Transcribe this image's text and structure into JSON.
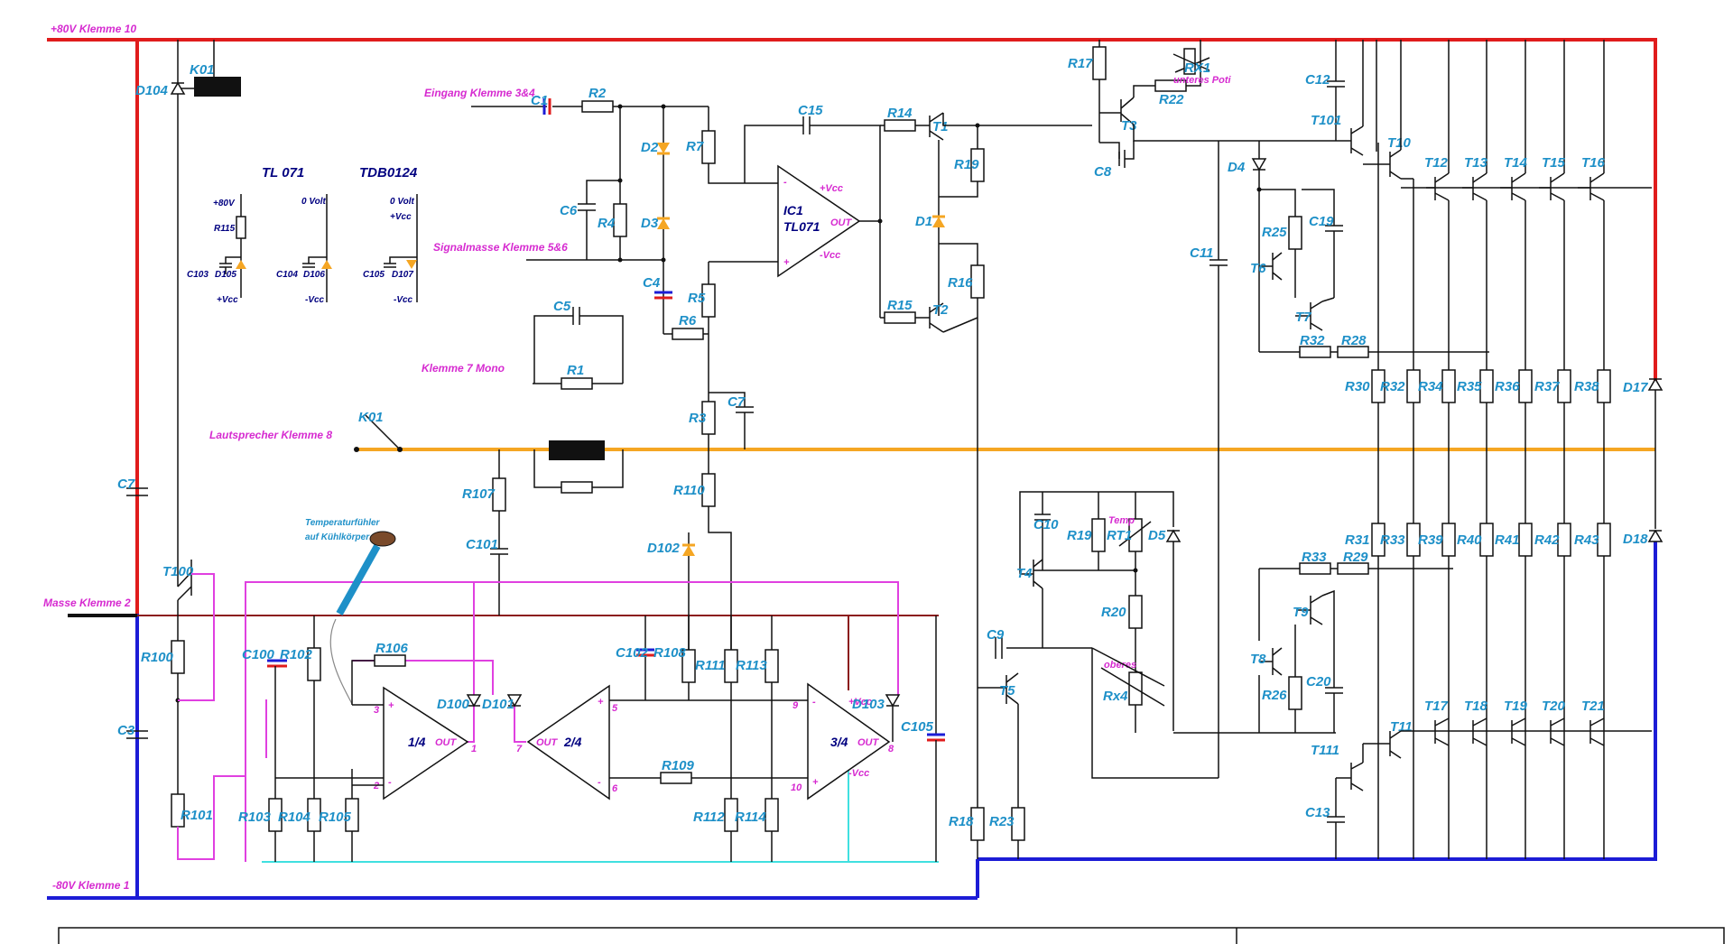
{
  "colors": {
    "rail_pos": "#e01c1c",
    "rail_neg": "#1c1cd6",
    "ground": "#8b1a1a",
    "speaker": "#f5a623",
    "bias": "#e040e0",
    "supply_aux": "#40e0e0",
    "wire": "#111111",
    "label_part": "#1e90c8",
    "label_terminal": "#d62ad0",
    "label_ic": "#000080",
    "diode_zener": "#f5a623"
  },
  "terminals": {
    "pos_supply": "+80V Klemme 10",
    "neg_supply": "-80V Klemme 1",
    "ground": "Masse Klemme 2",
    "input": "Eingang Klemme 3&4",
    "signal_ground": "Signalmasse Klemme 5&6",
    "mono": "Klemme 7 Mono",
    "speaker": "Lautsprecher Klemme 8"
  },
  "legend": {
    "tl071": {
      "title": "TL 071",
      "top": "+80V",
      "r": "R115",
      "c": "C103",
      "d": "D105",
      "bottom": "+Vcc"
    },
    "mid": {
      "top": "0 Volt",
      "c": "C104",
      "d": "D106",
      "bottom": "-Vcc"
    },
    "tdb0124": {
      "title": "TDB0124",
      "top": "0 Volt",
      "top2": "+Vcc",
      "c": "C105",
      "d": "D107",
      "bottom": "-Vcc"
    }
  },
  "ic1": {
    "name": "IC1",
    "type": "TL071",
    "out": "OUT",
    "vcc_pos": "+Vcc",
    "vcc_neg": "-Vcc",
    "minus": "-",
    "plus": "+"
  },
  "opamps": {
    "a1": {
      "name": "1/4",
      "out": "OUT",
      "pin_plus": "3",
      "pin_minus": "2",
      "pin_out": "1"
    },
    "a2": {
      "name": "2/4",
      "out": "OUT",
      "pin_plus": "5",
      "pin_minus": "6",
      "pin_out": "7"
    },
    "a3": {
      "name": "3/4",
      "out": "OUT",
      "pin_minus": "9",
      "pin_plus": "10",
      "pin_out": "8",
      "vcc_pos": "+Vcc",
      "vcc_neg": "-Vcc"
    }
  },
  "notes": {
    "temp_sensor": [
      "Temperaturfühler",
      "auf Kühlkörper"
    ],
    "rx1_note": "unteres Poti",
    "rx4_note": "oberes",
    "rt1_note": "Temp",
    "relay_top": "K01",
    "relay_switch": "K01"
  },
  "parts": {
    "R1": "R1",
    "R2": "R2",
    "R3": "R3",
    "R4": "R4",
    "R5": "R5",
    "R6": "R6",
    "R7": "R7",
    "R14": "R14",
    "R15": "R15",
    "R16": "R16",
    "R17": "R17",
    "R18": "R18",
    "R19": "R19",
    "R19b": "R19",
    "R20": "R20",
    "R22": "R22",
    "R23": "R23",
    "R25": "R25",
    "R26": "R26",
    "R28": "R28",
    "R29": "R29",
    "R30": "R30",
    "R31": "R31",
    "R32": "R32",
    "R32b": "R32",
    "R33": "R33",
    "R33b": "R33",
    "R34": "R34",
    "R35": "R35",
    "R36": "R36",
    "R37": "R37",
    "R38": "R38",
    "R39": "R39",
    "R40": "R40",
    "R41": "R41",
    "R42": "R42",
    "R43": "R43",
    "R100": "R100",
    "R101": "R101",
    "R102": "R102",
    "R103": "R103",
    "R104": "R104",
    "R105": "R105",
    "R106": "R106",
    "R107": "R107",
    "R108": "R108",
    "R109": "R109",
    "R110": "R110",
    "R111": "R111",
    "R112": "R112",
    "R113": "R113",
    "R114": "R114",
    "RX1": "RX1",
    "RT1": "RT1",
    "Rx4": "Rx4",
    "C1": "C1",
    "C3": "C3",
    "C4": "C4",
    "C5": "C5",
    "C6": "C6",
    "C7a": "C7",
    "C7b": "C7",
    "C8": "C8",
    "C9": "C9",
    "C10": "C10",
    "C11": "C11",
    "C12": "C12",
    "C13": "C13",
    "C15": "C15",
    "C19": "C19",
    "C20": "C20",
    "C100": "C100",
    "C101": "C101",
    "C102": "C102",
    "C105": "C105",
    "D1": "D1",
    "D2": "D2",
    "D3": "D3",
    "D4": "D4",
    "D5": "D5",
    "D17": "D17",
    "D18": "D18",
    "D100": "D100",
    "D101": "D101",
    "D102": "D102",
    "D103": "D103",
    "D104": "D104",
    "T1": "T1",
    "T2": "T2",
    "T3": "T3",
    "T4": "T4",
    "T5": "T5",
    "T6": "T6",
    "T7": "T7",
    "T8": "T8",
    "T9": "T9",
    "T10": "T10",
    "T11": "T11",
    "T12": "T12",
    "T13": "T13",
    "T14": "T14",
    "T15": "T15",
    "T16": "T16",
    "T17": "T17",
    "T18": "T18",
    "T19": "T19",
    "T20": "T20",
    "T21": "T21",
    "T100": "T100",
    "T101": "T101",
    "T111": "T111"
  }
}
